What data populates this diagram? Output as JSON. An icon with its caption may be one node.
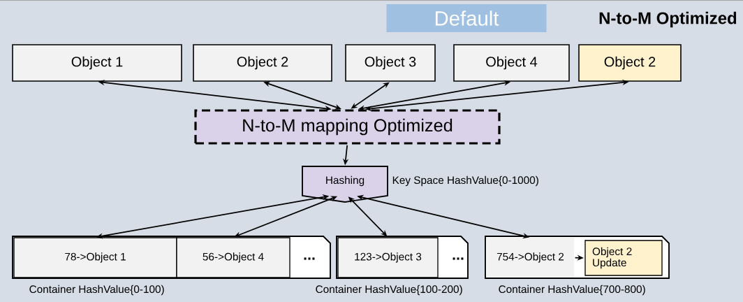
{
  "diagram": {
    "title": "N-to-M Optimized",
    "nodes": [
      {
        "text": [
          "Object 1"
        ]
      },
      {
        "text": [
          "Object 2"
        ]
      },
      {
        "text": [
          "Object 3"
        ]
      },
      {
        "text": [
          "Object 4"
        ]
      },
      {
        "text": [
          "Object 2"
        ]
      },
      {
        "text": [
          "N-to-M mapping Optimized"
        ]
      },
      {
        "text": [
          "Hashing"
        ],
        "beside": [
          "Key Space HashValue{0-1000)"
        ]
      },
      {
        "text": [],
        "shape": "box",
        "beside": [
          "Container HashValue{0-100)"
        ]
      },
      {
        "text": [
          "78->Object 1"
        ],
        "in": 7
      },
      {
        "text": [
          "56->Object 4"
        ],
        "in": 7
      },
      {
        "text": [],
        "shape": "box",
        "beside": [
          "Container HashValue{100-200)"
        ]
      },
      {
        "text": [
          "123->Object 3"
        ],
        "in": 10
      },
      {
        "text": [],
        "shape": "box",
        "beside": [
          "Container HashValue{700-800)"
        ]
      },
      {
        "text": [
          "754->Object 2"
        ],
        "in": 12
      },
      {
        "text": [
          "Object 2 Update"
        ],
        "in": 12
      }
    ],
    "edges": [
      {
        "from": 5,
        "to": 0,
        "arrow": "both"
      },
      {
        "from": 5,
        "to": 1,
        "arrow": "both"
      },
      {
        "from": 5,
        "to": 2,
        "arrow": "both"
      },
      {
        "from": 5,
        "to": 3,
        "arrow": "both"
      },
      {
        "from": 5,
        "to": 4,
        "arrow": "both"
      },
      {
        "from": 5,
        "to": 6,
        "arrow": "to"
      },
      {
        "from": 6,
        "to": 8,
        "arrow": "both"
      },
      {
        "from": 6,
        "to": 9,
        "arrow": "both"
      },
      {
        "from": 6,
        "to": 11,
        "arrow": "both"
      },
      {
        "from": 6,
        "to": 13,
        "arrow": "both"
      },
      {
        "from": 13,
        "to": 14,
        "arrow": "to"
      }
    ],
    "labels": [
      "Default",
      "...",
      "..."
    ]
  }
}
